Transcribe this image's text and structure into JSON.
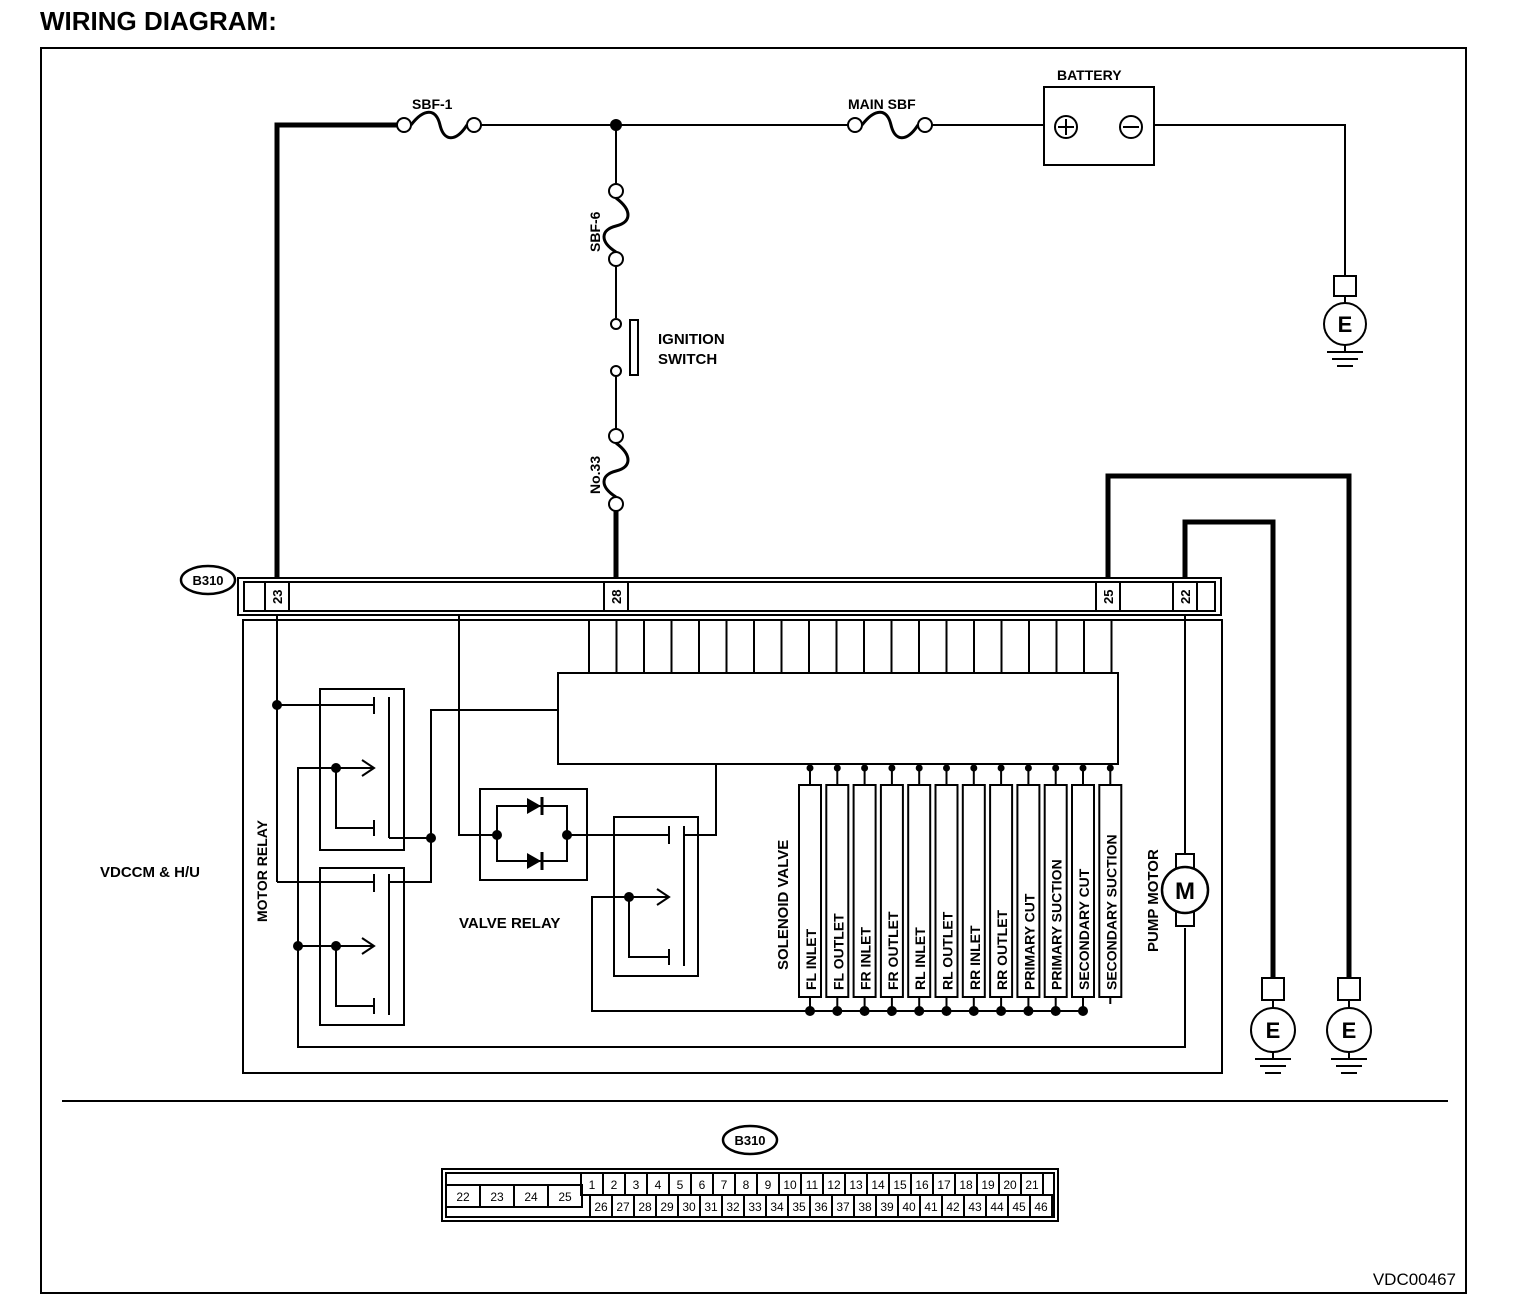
{
  "title": "WIRING DIAGRAM:",
  "figure_id": "VDC00467",
  "labels": {
    "sbf1": "SBF-1",
    "main_sbf": "MAIN SBF",
    "battery": "BATTERY",
    "sbf6": "SBF-6",
    "ignition_line1": "IGNITION",
    "ignition_line2": "SWITCH",
    "no33": "No.33",
    "ground": "E",
    "plus": "+",
    "minus": "−",
    "connector": "B310",
    "vdccm": "VDCCM & H/U",
    "motor_relay": "MOTOR RELAY",
    "valve_relay": "VALVE RELAY",
    "solenoid_valve": "SOLENOID VALVE",
    "pump_motor": "PUMP MOTOR",
    "motor": "M"
  },
  "connector_pins_used": [
    "23",
    "28",
    "25",
    "22"
  ],
  "solenoids": [
    "FL INLET",
    "FL OUTLET",
    "FR INLET",
    "FR OUTLET",
    "RL INLET",
    "RL OUTLET",
    "RR INLET",
    "RR OUTLET",
    "PRIMARY CUT",
    "PRIMARY SUCTION",
    "SECONDARY CUT",
    "SECONDARY SUCTION"
  ],
  "pinout": {
    "left_block": [
      "22",
      "23",
      "24",
      "25"
    ],
    "top_row": [
      "1",
      "2",
      "3",
      "4",
      "5",
      "6",
      "7",
      "8",
      "9",
      "10",
      "11",
      "12",
      "13",
      "14",
      "15",
      "16",
      "17",
      "18",
      "19",
      "20",
      "21"
    ],
    "bottom_row": [
      "26",
      "27",
      "28",
      "29",
      "30",
      "31",
      "32",
      "33",
      "34",
      "35",
      "36",
      "37",
      "38",
      "39",
      "40",
      "41",
      "42",
      "43",
      "44",
      "45",
      "46"
    ]
  }
}
